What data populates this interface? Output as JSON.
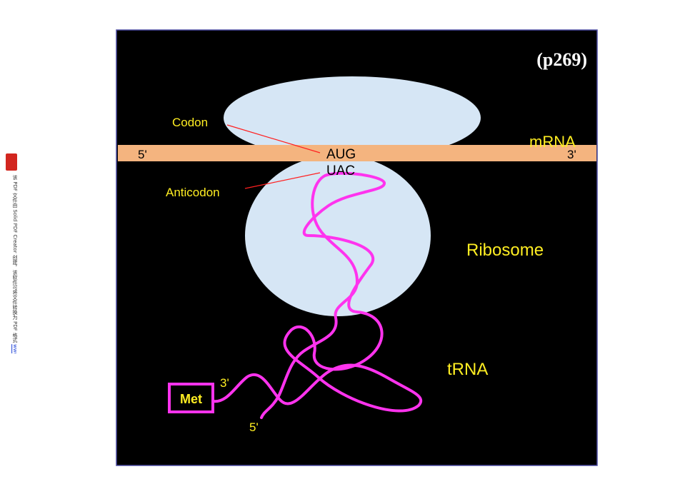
{
  "diagram": {
    "page_ref": "(p269)",
    "labels": {
      "codon": "Codon",
      "anticodon": "Anticodon",
      "mrna": "mRNA",
      "mrna_5": "5'",
      "mrna_3": "3'",
      "aug": "AUG",
      "uac": "UAC",
      "ribosome": "Ribosome",
      "trna": "tRNA",
      "met": "Met",
      "trna_3": "3'",
      "trna_5": "5'"
    }
  },
  "watermark": {
    "text": "该 PDF 文件由 Solid PDF Creator 创建，该软件可将文件转换为 PDF 格式",
    "link": "www.solidpdf.com"
  },
  "colors": {
    "background": "#000000",
    "ribosome": "#d6e6f5",
    "mrna_strand": "#f4b47f",
    "trna": "#ff33ee",
    "label_yellow": "#ffee22",
    "pointer_red": "#ff2020"
  }
}
